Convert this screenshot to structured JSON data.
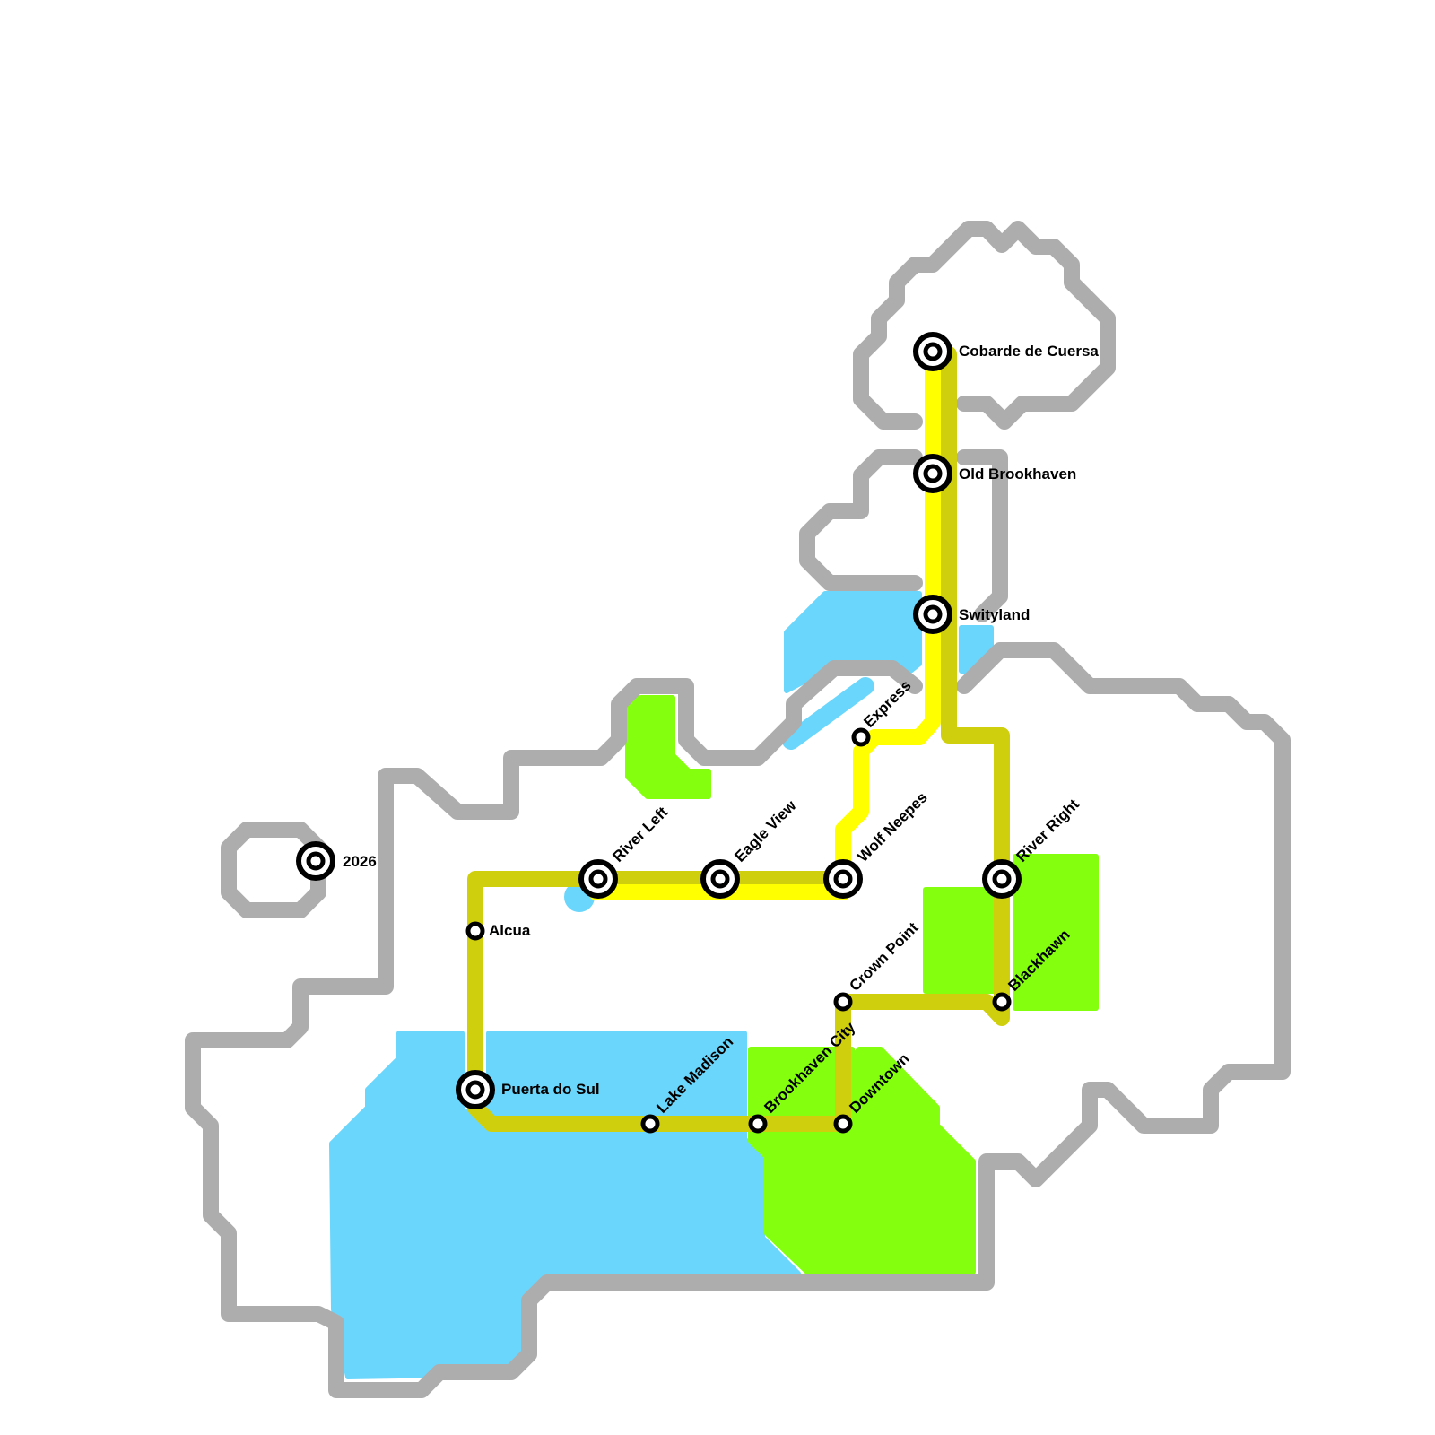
{
  "map": {
    "colors": {
      "land": "#adadad",
      "water": "#6bd6fb",
      "park": "#84ff0e",
      "olive_line": "#cfcf0e",
      "yellow_line": "#ffff00"
    },
    "stations": {
      "s2026": "2026",
      "cobarde": "Cobarde de Cuersa",
      "old_brookhaven": "Old Brookhaven",
      "swityland": "Swityland",
      "express": "Express",
      "alcua": "Alcua",
      "river_left": "River Left",
      "eagle_view": "Eagle View",
      "wolf_neepes": "Wolf Neepes",
      "river_right": "River Right",
      "crown_point": "Crown Point",
      "blackhawn": "Blackhawn",
      "puerta": "Puerta do Sul",
      "lake_madison": "Lake Madison",
      "brookhaven_city": "Brookhaven City",
      "downtown": "Downtown"
    }
  }
}
